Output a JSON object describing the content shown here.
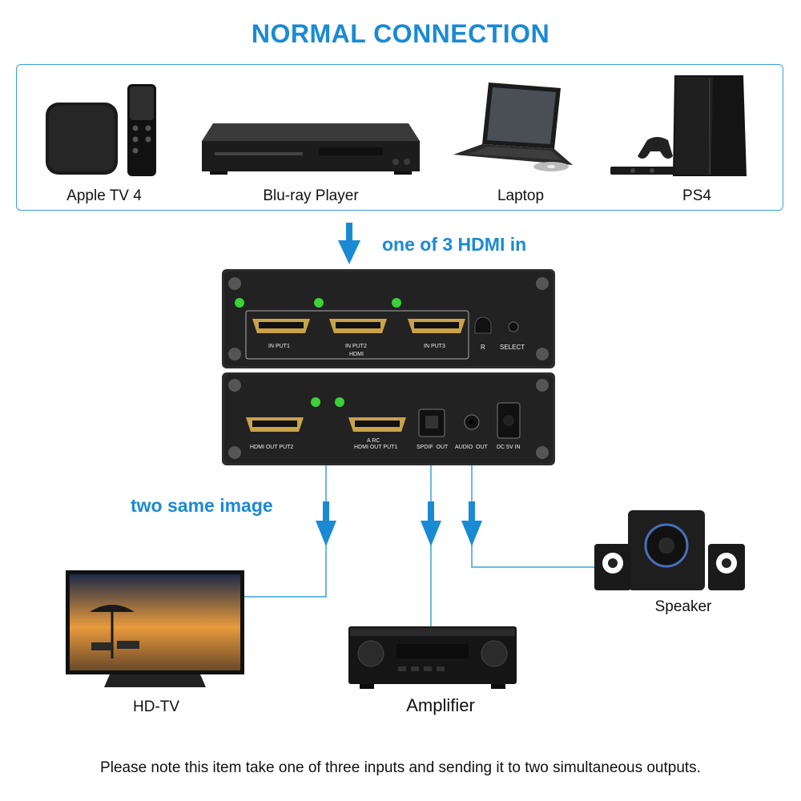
{
  "title": "NORMAL CONNECTION",
  "sources": [
    {
      "label": "Apple TV 4",
      "icon": "apple-tv-icon"
    },
    {
      "label": "Blu-ray Player",
      "icon": "bluray-player-icon"
    },
    {
      "label": "Laptop",
      "icon": "laptop-icon"
    },
    {
      "label": "PS4",
      "icon": "ps4-icon"
    }
  ],
  "input_callout": "one of 3 HDMI in",
  "switch_front": {
    "ports": [
      "IN PUT1",
      "IN PUT2",
      "IN PUT3"
    ],
    "group_label": "HDMI",
    "ir_label": "R",
    "select_label": "SELECT"
  },
  "switch_back": {
    "ports": [
      "HDMI OUT PUT2",
      "HDMI OUT PUT1"
    ],
    "arc_label": "A RC",
    "spdif_label": "SPDIF  OUT",
    "audio_label": "AUDIO  OUT",
    "dc_label": "DC 5V IN"
  },
  "output_callout": "two same image",
  "outputs": [
    {
      "label": "HD-TV",
      "icon": "tv-icon"
    },
    {
      "label": "Amplifier",
      "icon": "amplifier-icon"
    },
    {
      "label": "Speaker",
      "icon": "speaker-icon"
    }
  ],
  "footer_note": "Please note this item take one of three inputs and sending it to two simultaneous outputs.",
  "colors": {
    "accent": "#1a8ad4",
    "line": "#3aa0dc",
    "led": "#3ad13a",
    "hdmi_gold": "#c9a24a"
  }
}
